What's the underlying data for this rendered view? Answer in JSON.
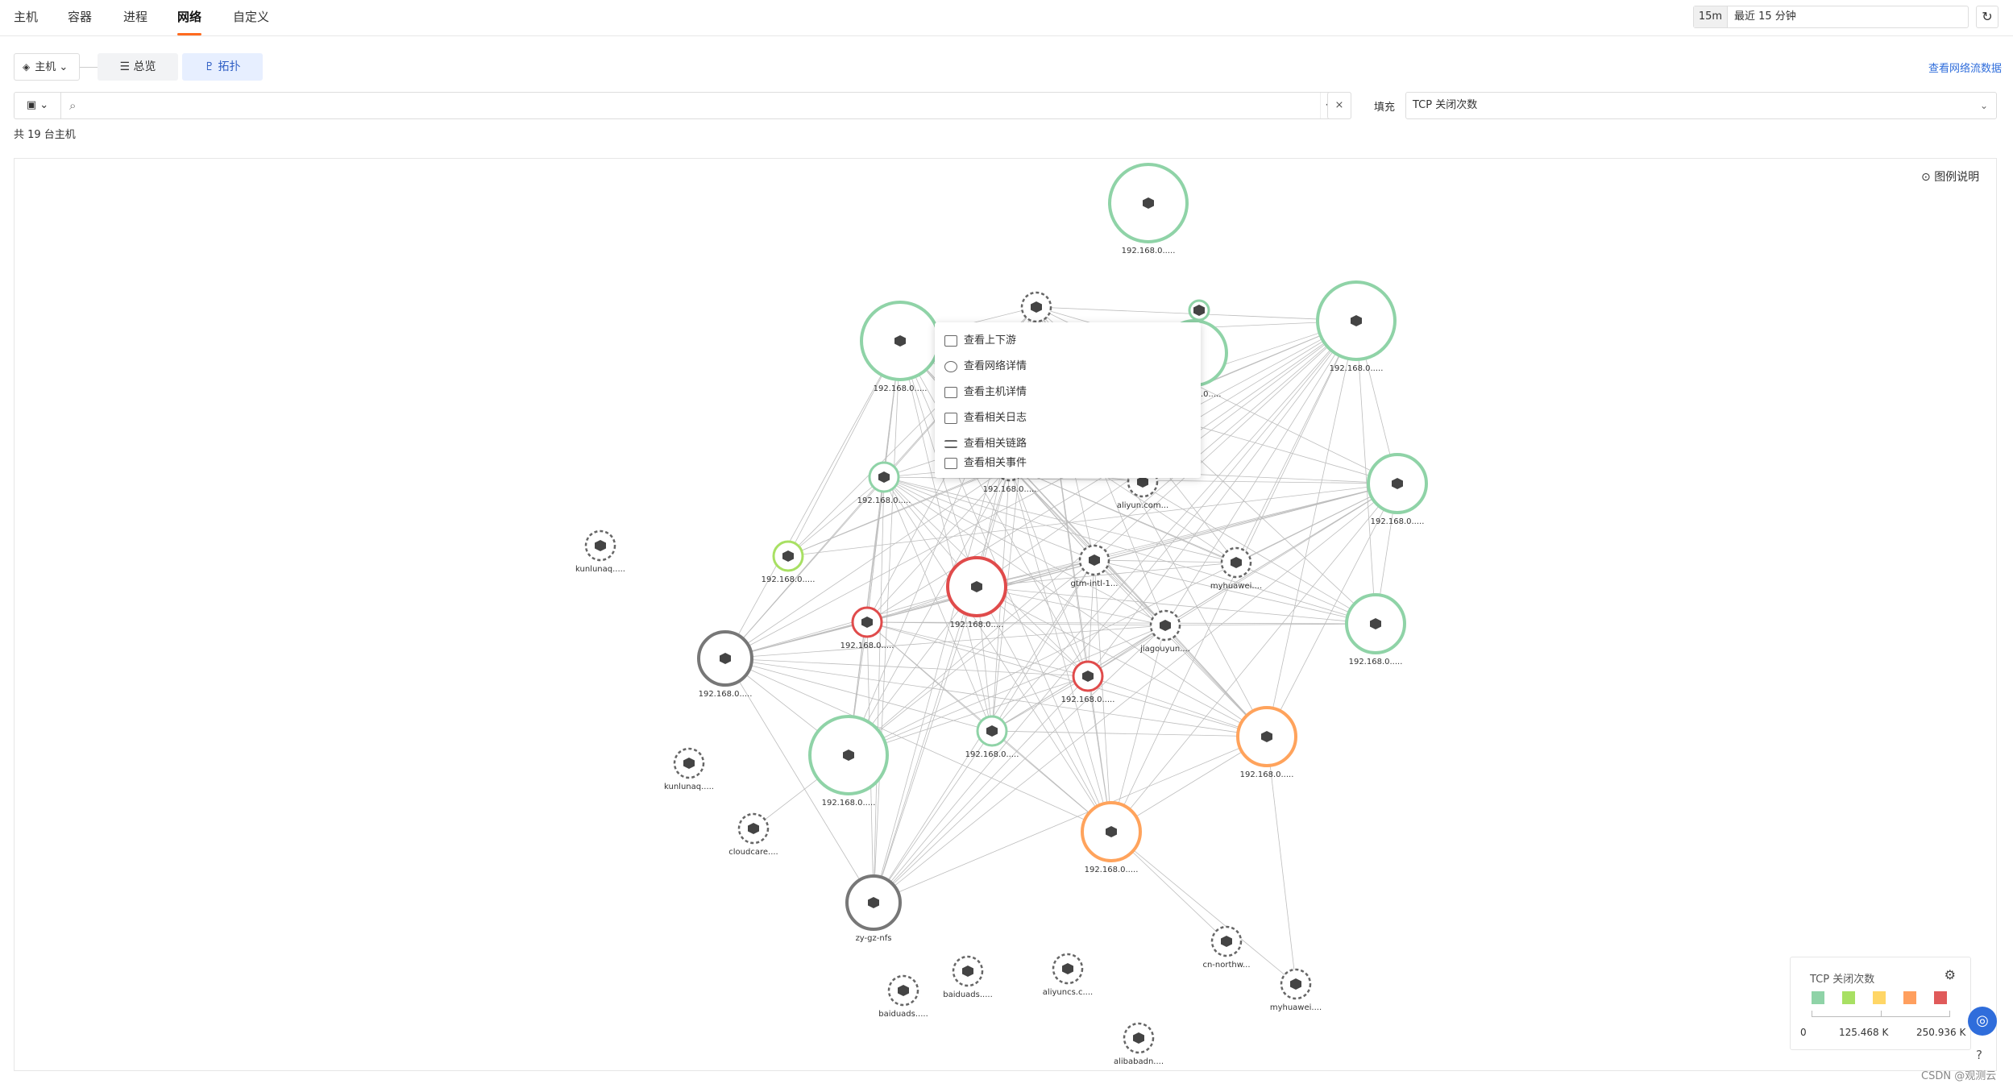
{
  "nav": {
    "tabs": [
      {
        "label": "主机"
      },
      {
        "label": "容器"
      },
      {
        "label": "进程"
      },
      {
        "label": "网络"
      },
      {
        "label": "自定义"
      }
    ],
    "active_tab": "网络"
  },
  "time": {
    "tag": "15m",
    "range": "最近 15 分钟"
  },
  "toolbar": {
    "host_select": "主机",
    "overview_label": "总览",
    "topology_label": "拓扑",
    "net_flow_link": "查看网络流数据"
  },
  "search": {
    "placeholder": "",
    "fill_label": "填充",
    "fill_value": "TCP 关闭次数"
  },
  "summary": {
    "count_text": "共 19 台主机"
  },
  "legend_toggle": "图例说明",
  "context_menu": {
    "items": [
      {
        "label": "查看上下游",
        "icon": "upstream-icon"
      },
      {
        "label": "查看网络详情",
        "icon": "globe-icon"
      },
      {
        "label": "查看主机详情",
        "icon": "host-icon"
      },
      {
        "label": "查看相关日志",
        "icon": "log-icon"
      },
      {
        "label": "查看相关链路",
        "icon": "trace-icon"
      },
      {
        "label": "查看相关事件",
        "icon": "calendar-icon"
      }
    ]
  },
  "legend": {
    "title": "TCP 关闭次数",
    "colors": [
      "#8fd3a7",
      "#a8e063",
      "#ffd666",
      "#ff9f5e",
      "#e05a5a"
    ],
    "values": [
      "0",
      "125.468 K",
      "250.936 K"
    ]
  },
  "colors": {
    "green": "#8fd3a7",
    "lime": "#a8e063",
    "orange": "#ffa35c",
    "red": "#e04b4b",
    "gray": "#777777",
    "accent": "#ff6a1f",
    "link": "#2f6ddb"
  },
  "graph": {
    "nodes": [
      {
        "label": "192.168.0.....",
        "status": "green"
      },
      {
        "label": "",
        "status": "none"
      },
      {
        "label": "192.168.0.....",
        "status": "green"
      },
      {
        "label": "192.168.0.....",
        "status": "green"
      },
      {
        "label": "",
        "status": "green"
      },
      {
        "label": "192.168.0.....",
        "status": "green"
      },
      {
        "label": "192.168.0.....",
        "status": "none"
      },
      {
        "label": "aliyun.com...",
        "status": "none"
      },
      {
        "label": "192.168.0.....",
        "status": "green"
      },
      {
        "label": "192.168.0.....",
        "status": "green"
      },
      {
        "label": "kunlunaq.....",
        "status": "none"
      },
      {
        "label": "192.168.0.....",
        "status": "lime"
      },
      {
        "label": "192.168.0.....",
        "status": "red"
      },
      {
        "label": "gtm-intl-1...",
        "status": "none"
      },
      {
        "label": "myhuawei....",
        "status": "none"
      },
      {
        "label": "192.168.0.....",
        "status": "red"
      },
      {
        "label": "jiagouyun....",
        "status": "none"
      },
      {
        "label": "192.168.0.....",
        "status": "green"
      },
      {
        "label": "192.168.0.....",
        "status": "gray"
      },
      {
        "label": "192.168.0.....",
        "status": "red"
      },
      {
        "label": "192.168.0.....",
        "status": "green"
      },
      {
        "label": "kunlunaq.....",
        "status": "none"
      },
      {
        "label": "192.168.0.....",
        "status": "green"
      },
      {
        "label": "192.168.0.....",
        "status": "orange"
      },
      {
        "label": "cloudcare....",
        "status": "none"
      },
      {
        "label": "192.168.0.....",
        "status": "orange"
      },
      {
        "label": "zy-gz-nfs",
        "status": "gray"
      },
      {
        "label": "cn-northw...",
        "status": "none"
      },
      {
        "label": "baiduads.....",
        "status": "none"
      },
      {
        "label": "aliyuncs.c....",
        "status": "none"
      },
      {
        "label": "myhuawei....",
        "status": "none"
      },
      {
        "label": "baiduads.....",
        "status": "none"
      },
      {
        "label": "alibabadn....",
        "status": "none"
      }
    ]
  },
  "misc": {
    "watermark": "CSDN @观测云",
    "help": "?"
  }
}
